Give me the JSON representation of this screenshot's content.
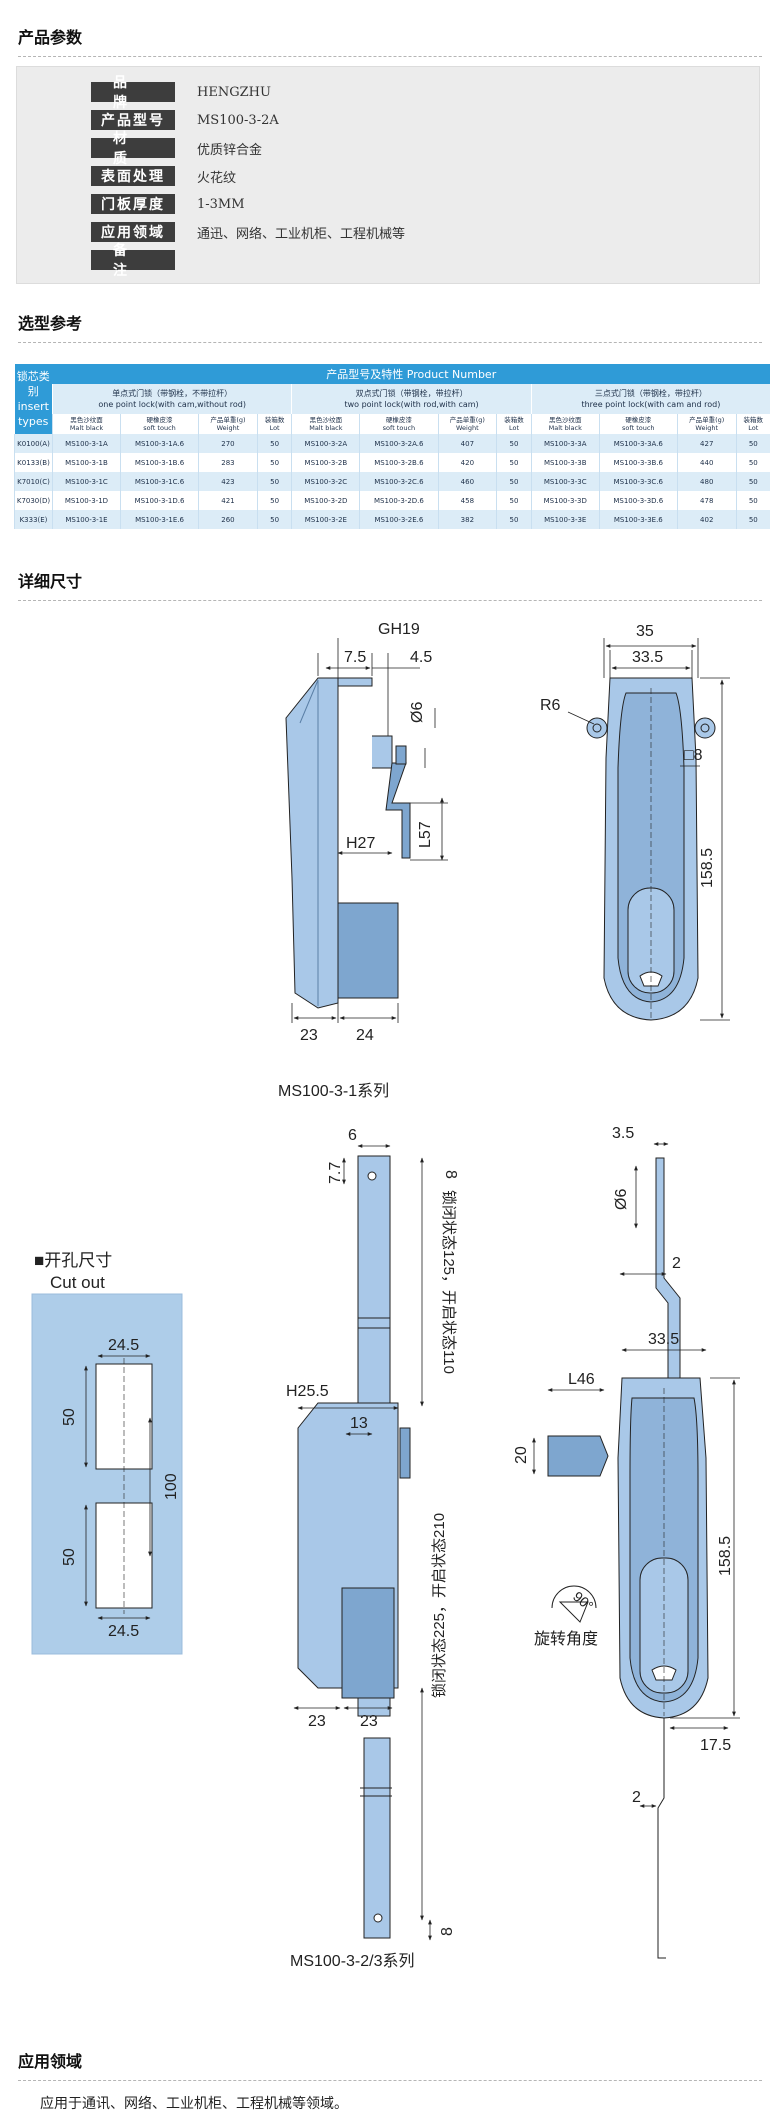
{
  "sections": {
    "params_title": "产品参数",
    "selection_title": "选型参考",
    "details_title": "详细尺寸",
    "application_title": "应用领域"
  },
  "params": [
    {
      "label": "品牌",
      "value": "HENGZHU"
    },
    {
      "label": "产品型号",
      "value": "MS100-3-2A"
    },
    {
      "label": "材质",
      "value": "优质锌合金"
    },
    {
      "label": "表面处理",
      "value": "火花纹"
    },
    {
      "label": "门板厚度",
      "value": "1-3MM"
    },
    {
      "label": "应用领域",
      "value": "通迅、网络、工业机柜、工程机械等"
    },
    {
      "label": "备注",
      "value": ""
    }
  ],
  "selection": {
    "corner_label": "锁芯类别 insert types",
    "main_header": "产品型号及特性 Product Number",
    "groups": [
      {
        "cn": "单点式门锁（带钢栓，不带拉杆）",
        "en": "one point lock(with cam,without rod)"
      },
      {
        "cn": "双点式门锁（带钢栓，带拉杆）",
        "en": "two point lock(with rod,with cam)"
      },
      {
        "cn": "三点式门锁（带钢栓，带拉杆）",
        "en": "three point lock(with cam and rod)"
      }
    ],
    "subcols": [
      {
        "cn": "黑色沙纹面",
        "en": "Malt black"
      },
      {
        "cn": "硬橡皮漆",
        "en": "soft touch"
      },
      {
        "cn": "产品单重(g)",
        "en": "Weight"
      },
      {
        "cn": "装箱数",
        "en": "Lot"
      }
    ],
    "rows": [
      {
        "type": "K0100(A)",
        "cells": [
          "MS100-3-1A",
          "MS100-3-1A.6",
          "270",
          "50",
          "MS100-3-2A",
          "MS100-3-2A.6",
          "407",
          "50",
          "MS100-3-3A",
          "MS100-3-3A.6",
          "427",
          "50"
        ]
      },
      {
        "type": "K0133(B)",
        "cells": [
          "MS100-3-1B",
          "MS100-3-1B.6",
          "283",
          "50",
          "MS100-3-2B",
          "MS100-3-2B.6",
          "420",
          "50",
          "MS100-3-3B",
          "MS100-3-3B.6",
          "440",
          "50"
        ]
      },
      {
        "type": "K7010(C)",
        "cells": [
          "MS100-3-1C",
          "MS100-3-1C.6",
          "423",
          "50",
          "MS100-3-2C",
          "MS100-3-2C.6",
          "460",
          "50",
          "MS100-3-3C",
          "MS100-3-3C.6",
          "480",
          "50"
        ]
      },
      {
        "type": "K7030(D)",
        "cells": [
          "MS100-3-1D",
          "MS100-3-1D.6",
          "421",
          "50",
          "MS100-3-2D",
          "MS100-3-2D.6",
          "458",
          "50",
          "MS100-3-3D",
          "MS100-3-3D.6",
          "478",
          "50"
        ]
      },
      {
        "type": "K333(E)",
        "cells": [
          "MS100-3-1E",
          "MS100-3-1E.6",
          "260",
          "50",
          "MS100-3-2E",
          "MS100-3-2E.6",
          "382",
          "50",
          "MS100-3-3E",
          "MS100-3-3E.6",
          "402",
          "50"
        ]
      }
    ]
  },
  "drawing": {
    "colors": {
      "body": "#a9c8e8",
      "body_dark": "#7ea6cf",
      "line": "#222222",
      "cutout_bg": "#aecde9"
    },
    "top_left": {
      "gh": "GH19",
      "d1": "7.5",
      "d2": "4.5",
      "dia": "Ø6",
      "l": "L57",
      "h": "H27",
      "b1": "23",
      "b2": "24"
    },
    "top_right": {
      "w1": "35",
      "w2": "33.5",
      "r": "R6",
      "sq": "□8",
      "h": "158.5"
    },
    "series1": "MS100-3-1系列",
    "cutout": {
      "title_cn": "■开孔尺寸",
      "title_en": "Cut out",
      "w_top": "24.5",
      "h_top": "50",
      "gap": "100",
      "h_bot": "50",
      "w_bot": "24.5"
    },
    "bottom_mid": {
      "d6": "6",
      "d77": "7.7",
      "d8": "8",
      "lock_top": "锁闭状态125，开启状态110",
      "h": "H25.5",
      "d13": "13",
      "lock_bot": "锁闭状态225，开启状态210",
      "b1": "23",
      "b2": "23",
      "d8b": "8"
    },
    "bottom_right": {
      "d35": "3.5",
      "dia": "Ø6",
      "d2": "2",
      "w": "33.5",
      "l": "L46",
      "d20": "20",
      "h": "158.5",
      "d175": "17.5",
      "d2b": "2",
      "angle": "90°",
      "angle_label": "旋转角度"
    },
    "series23": "MS100-3-2/3系列"
  },
  "application_text": "应用于通讯、网络、工业机柜、工程机械等领域。"
}
